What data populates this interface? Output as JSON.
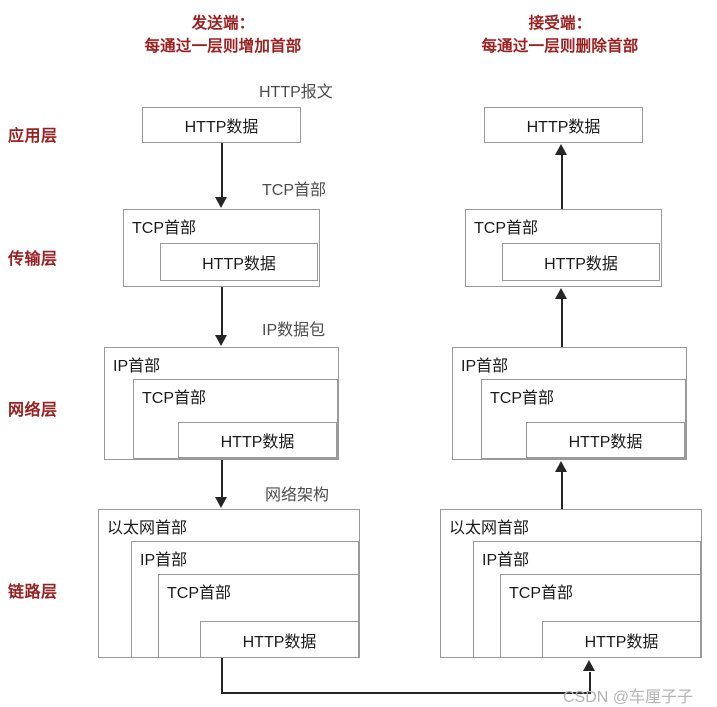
{
  "diagram": {
    "title_sender_line1": "发送端：",
    "title_sender_line2": "每通过一层则增加首部",
    "title_receiver_line1": "接受端：",
    "title_receiver_line2": "每通过一层则删除首部",
    "accent_color": "#9c1f1f",
    "box_border_color": "#9a9a9a",
    "arrow_color": "#262626"
  },
  "layers": [
    {
      "label": "应用层"
    },
    {
      "label": "传输层"
    },
    {
      "label": "网络层"
    },
    {
      "label": "链路层"
    }
  ],
  "annotations": [
    {
      "label": "HTTP报文"
    },
    {
      "label": "TCP首部"
    },
    {
      "label": "IP数据包"
    },
    {
      "label": "网络架构"
    }
  ],
  "sender": {
    "application": {
      "data": "HTTP数据"
    },
    "transport": {
      "header": "TCP首部",
      "data": "HTTP数据"
    },
    "network": {
      "header1": "IP首部",
      "header2": "TCP首部",
      "data": "HTTP数据"
    },
    "link": {
      "header1": "以太网首部",
      "header2": "IP首部",
      "header3": "TCP首部",
      "data": "HTTP数据"
    }
  },
  "receiver": {
    "application": {
      "data": "HTTP数据"
    },
    "transport": {
      "header": "TCP首部",
      "data": "HTTP数据"
    },
    "network": {
      "header1": "IP首部",
      "header2": "TCP首部",
      "data": "HTTP数据"
    },
    "link": {
      "header1": "以太网首部",
      "header2": "IP首部",
      "header3": "TCP首部",
      "data": "HTTP数据"
    }
  },
  "watermark": {
    "text": "CSDN @车厘子子"
  }
}
